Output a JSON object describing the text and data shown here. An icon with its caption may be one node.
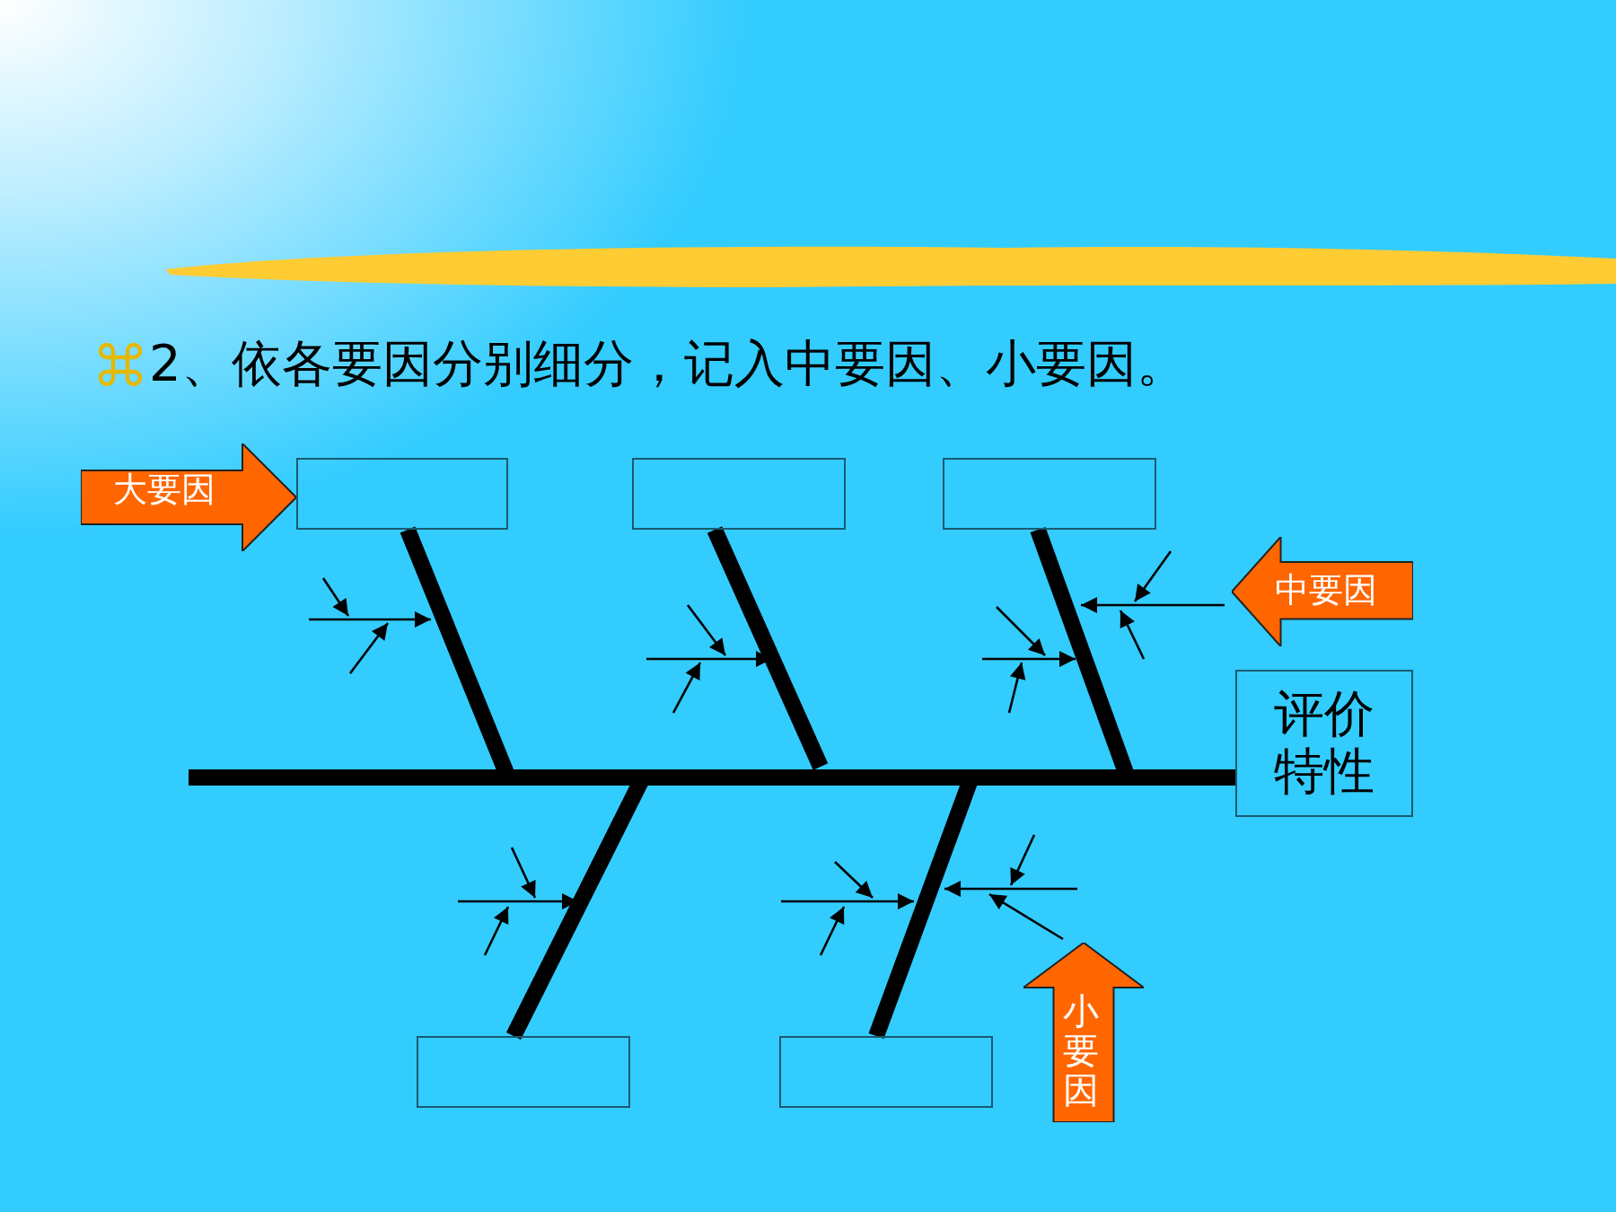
{
  "diagram": {
    "title": "2、依各要因分别细分，记入中要因、小要因。",
    "nodes": [
      {
        "text": [
          "大要因"
        ]
      },
      {
        "text": [],
        "shape": "box"
      },
      {
        "text": [],
        "shape": "box"
      },
      {
        "text": [],
        "shape": "box"
      },
      {
        "text": [
          "中要因"
        ]
      },
      {
        "text": [
          "评价特性"
        ]
      },
      {
        "text": [],
        "shape": "box"
      },
      {
        "text": [],
        "shape": "box"
      },
      {
        "text": [
          "小要因"
        ]
      }
    ],
    "edges": [
      {
        "from": null,
        "to": 5,
        "arrow": "none"
      },
      {
        "from": 1,
        "to": null,
        "arrow": "none"
      },
      {
        "from": 2,
        "to": null,
        "arrow": "none"
      },
      {
        "from": 3,
        "to": null,
        "arrow": "none"
      },
      {
        "from": 6,
        "to": null,
        "arrow": "none"
      },
      {
        "from": 7,
        "to": null,
        "arrow": "none"
      }
    ]
  }
}
